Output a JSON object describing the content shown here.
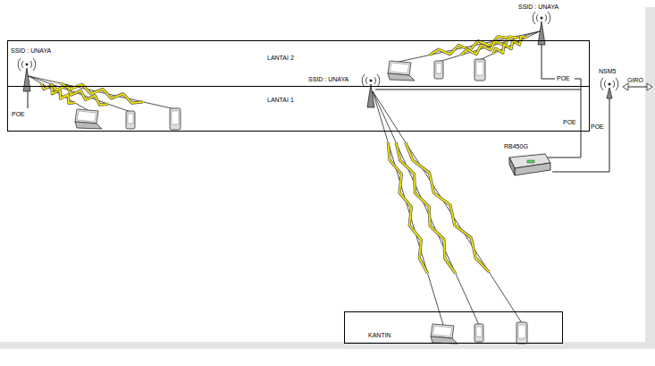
{
  "diagram": {
    "nodes": [
      {
        "text": [
          "LANTAI 2"
        ]
      },
      {
        "text": [
          "LANTAI 1"
        ]
      },
      {
        "text": [
          "NSM5"
        ]
      },
      {
        "text": [
          "RB450G"
        ]
      },
      {
        "text": [
          "KANTIN"
        ]
      }
    ],
    "edges": [
      {
        "from": 3,
        "to": 2,
        "arrow": "none"
      }
    ],
    "labels": [
      "SSID : UNAYA",
      "SSID : UNAYA",
      "SSID : UNAYA",
      "POE",
      "GIRO",
      "POE",
      "POE",
      "POE"
    ]
  }
}
